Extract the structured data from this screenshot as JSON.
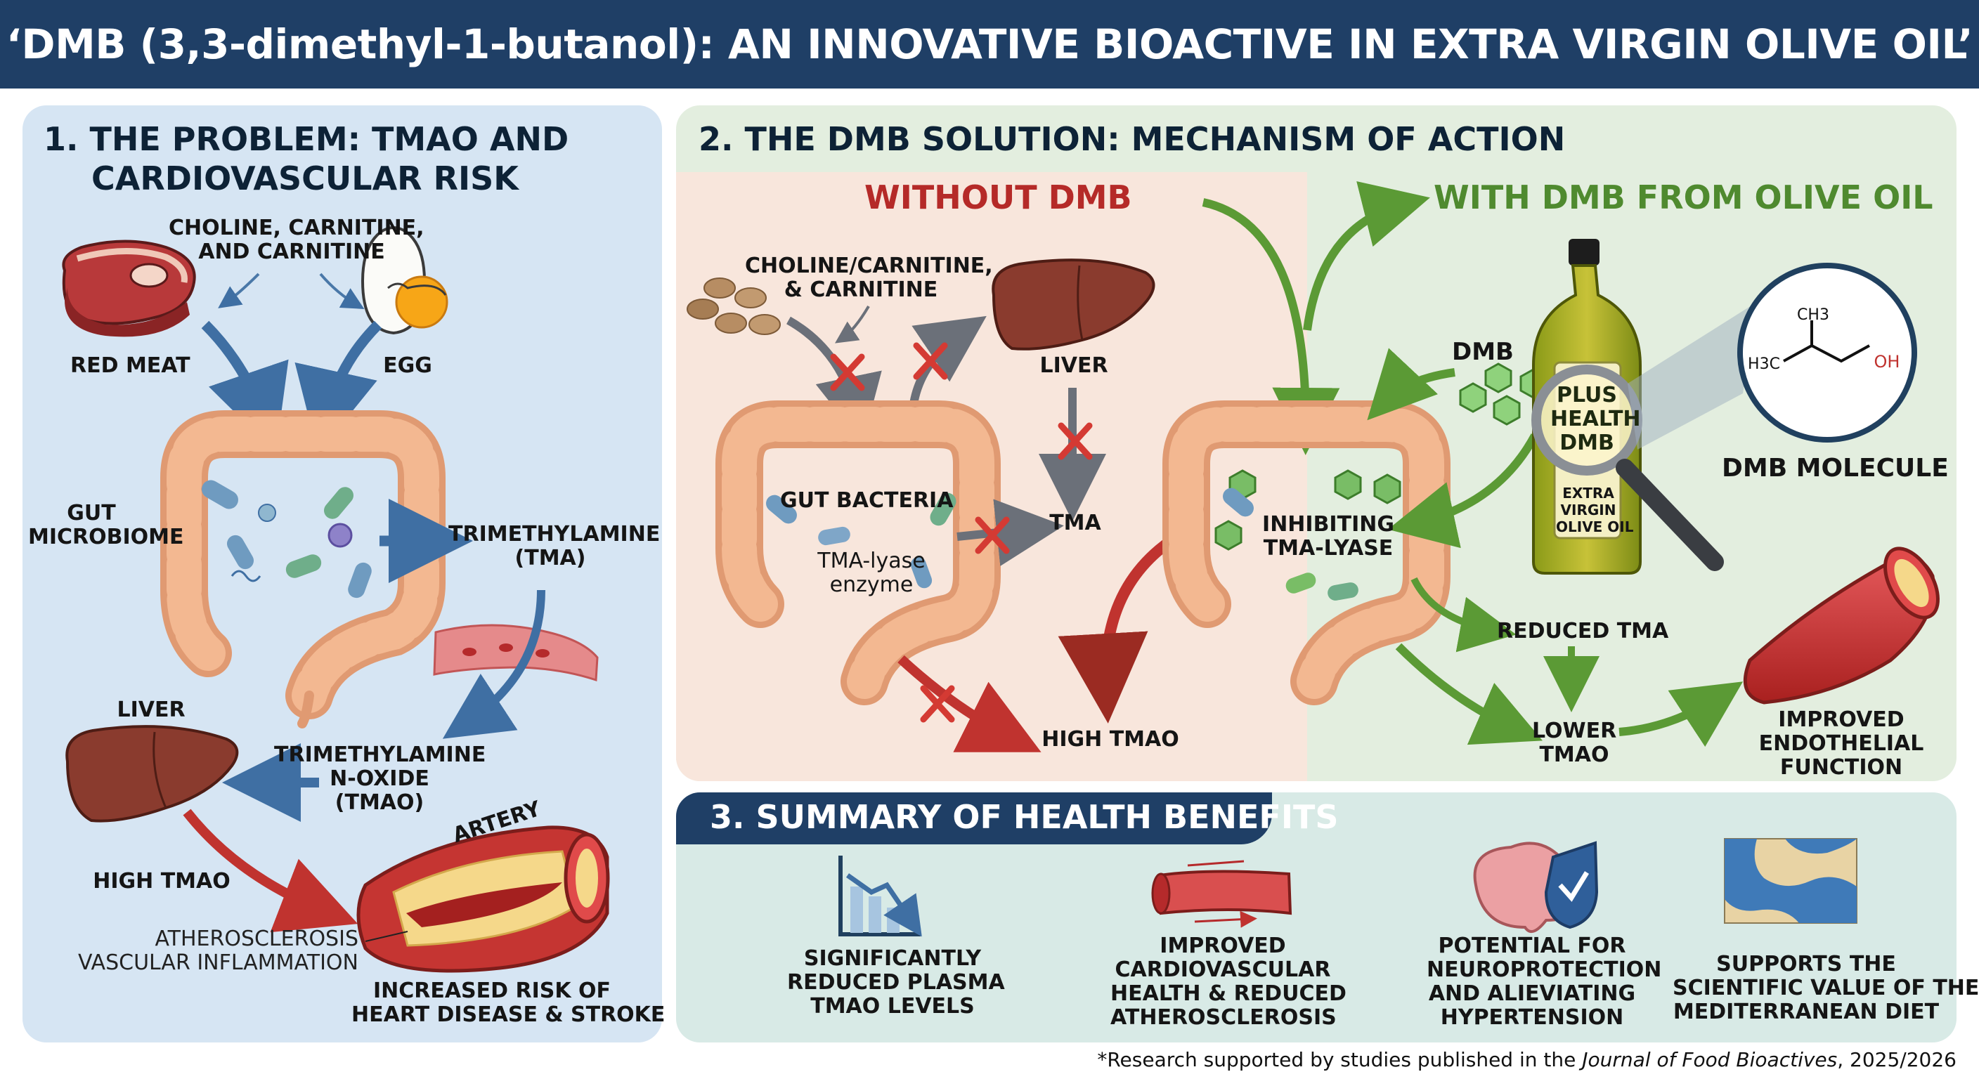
{
  "title": "‘DMB (3,3-dimethyl-1-butanol): AN INNOVATIVE BIOACTIVE IN EXTRA VIRGIN OLIVE OIL’",
  "panel1": {
    "title_line1": "1. THE PROBLEM: TMAO AND",
    "title_line2": "CARDIOVASCULAR RISK",
    "nutrients_line1": "CHOLINE, CARNITINE,",
    "nutrients_line2": "AND CARNITINE",
    "red_meat": "RED MEAT",
    "egg": "EGG",
    "gut_line1": "GUT",
    "gut_line2": "MICROBIOME",
    "tma_line1": "TRIMETHYLAMINE",
    "tma_line2": "(TMA)",
    "liver": "LIVER",
    "tmao_line1": "TRIMETHYLAMINE",
    "tmao_line2": "N-OXIDE",
    "tmao_line3": "(TMAO)",
    "artery": "ARTERY",
    "high_tmao": "HIGH TMAO",
    "athero_line1": "ATHEROSCLEROSIS",
    "athero_line2": "VASCULAR INFLAMMATION",
    "risk_line1": "INCREASED RISK OF",
    "risk_line2": "HEART DISEASE & STROKE"
  },
  "panel2": {
    "title": "2. THE DMB SOLUTION: MECHANISM OF ACTION",
    "without_heading": "WITHOUT DMB",
    "with_heading": "WITH DMB FROM OLIVE OIL",
    "nutrients_line1": "CHOLINE/CARNITINE,",
    "nutrients_line2": "& CARNITINE",
    "liver": "LIVER",
    "gut_bacteria": "GUT BACTERIA",
    "enzyme_line1": "TMA-lyase",
    "enzyme_line2": "enzyme",
    "tma": "TMA",
    "high_tmao": "HIGH TMAO",
    "dmb": "DMB",
    "inhibiting_line1": "INHIBITING",
    "inhibiting_line2": "TMA-LYASE",
    "bottle_badge_line1": "PLUS",
    "bottle_badge_line2": "HEALTH",
    "bottle_badge_line3": "DMB",
    "bottle_label_line1": "EXTRA",
    "bottle_label_line2": "VIRGIN",
    "bottle_label_line3": "OLIVE OIL",
    "molecule_label": "DMB MOLECULE",
    "molecule_ch3_top": "CH3",
    "molecule_h3c": "H3C",
    "molecule_oh": "OH",
    "reduced_tma": "REDUCED TMA",
    "lower_tmao_line1": "LOWER",
    "lower_tmao_line2": "TMAO",
    "endothelial_line1": "IMPROVED",
    "endothelial_line2": "ENDOTHELIAL",
    "endothelial_line3": "FUNCTION"
  },
  "panel3": {
    "title": "3. SUMMARY OF HEALTH BENEFITS",
    "benefits": [
      {
        "icon": "declining-chart-icon",
        "line1": "SIGNIFICANTLY",
        "line2": "REDUCED PLASMA",
        "line3": "TMAO LEVELS"
      },
      {
        "icon": "blood-vessel-icon",
        "line1": "IMPROVED",
        "line2": "CARDIOVASCULAR",
        "line3": "HEALTH & REDUCED",
        "line4": "ATHEROSCLEROSIS"
      },
      {
        "icon": "brain-shield-icon",
        "line1": "POTENTIAL FOR",
        "line2": "NEUROPROTECTION",
        "line3": "AND ALIEVIATING",
        "line4": "HYPERTENSION"
      },
      {
        "icon": "mediterranean-map-icon",
        "line1": "SUPPORTS THE",
        "line2": "SCIENTIFIC VALUE OF THE",
        "line3": "MEDITERRANEAN DIET"
      }
    ]
  },
  "footnote": {
    "prefix": "*Research supported by studies published in the ",
    "journal": "Journal of Food Bioactives",
    "suffix": ", 2025/2026"
  },
  "colors": {
    "banner": "#1f3f66",
    "panel1_bg": "#d6e5f3",
    "panel2_bg": "#e3eedf",
    "panel2_left_bg": "#f8e6dc",
    "panel3_bg": "#d8eae6",
    "red_accent": "#b52a28",
    "green_accent": "#4f8a2f",
    "blue_arrow": "#3f6fa3"
  }
}
